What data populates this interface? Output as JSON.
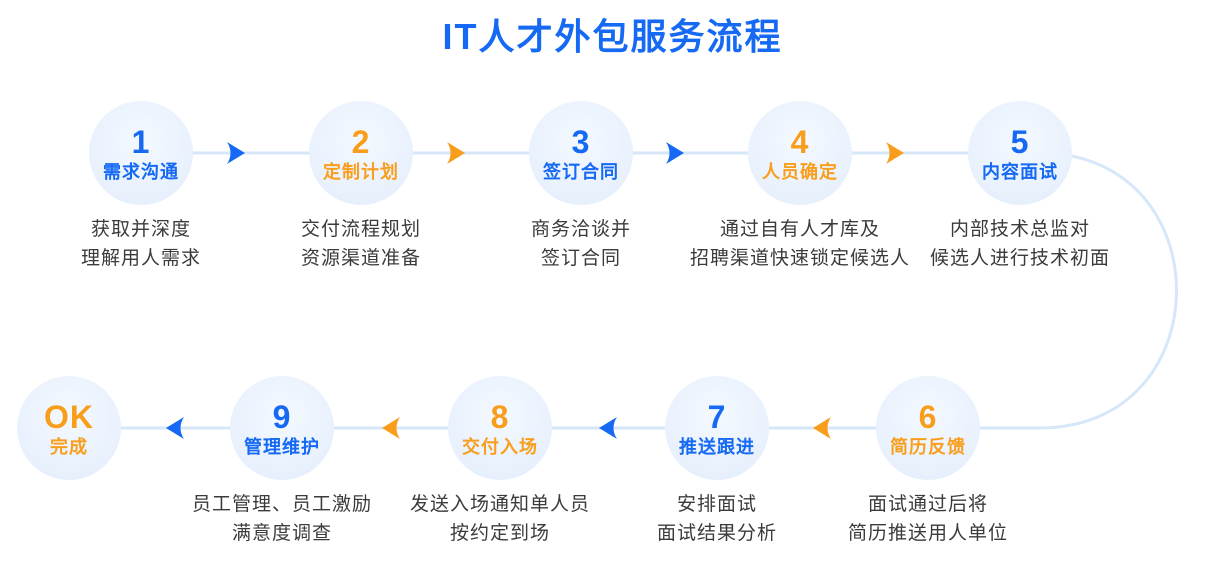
{
  "title": "IT人才外包服务流程",
  "colors": {
    "blue": "#1569f3",
    "orange": "#f99e1c",
    "circle_fill": "#eaf2fd",
    "line": "#d6e7fa",
    "description_text": "#3b3b3b",
    "background": "#ffffff"
  },
  "steps": [
    {
      "number": "1",
      "label": "需求沟通",
      "color": "blue",
      "lines": [
        "获取并深度",
        "理解用人需求"
      ]
    },
    {
      "number": "2",
      "label": "定制计划",
      "color": "orange",
      "lines": [
        "交付流程规划",
        "资源渠道准备"
      ]
    },
    {
      "number": "3",
      "label": "签订合同",
      "color": "blue",
      "lines": [
        "商务洽谈并",
        "签订合同"
      ]
    },
    {
      "number": "4",
      "label": "人员确定",
      "color": "orange",
      "lines": [
        "通过自有人才库及",
        "招聘渠道快速锁定候选人"
      ]
    },
    {
      "number": "5",
      "label": "内容面试",
      "color": "blue",
      "lines": [
        "内部技术总监对",
        "候选人进行技术初面"
      ]
    },
    {
      "number": "6",
      "label": "简历反馈",
      "color": "orange",
      "lines": [
        "面试通过后将",
        "简历推送用人单位"
      ]
    },
    {
      "number": "7",
      "label": "推送跟进",
      "color": "blue",
      "lines": [
        "安排面试",
        "面试结果分析"
      ]
    },
    {
      "number": "8",
      "label": "交付入场",
      "color": "orange",
      "lines": [
        "发送入场通知单人员",
        "按约定到场"
      ]
    },
    {
      "number": "9",
      "label": "管理维护",
      "color": "blue",
      "lines": [
        "员工管理、员工激励",
        "满意度调查"
      ]
    },
    {
      "number": "OK",
      "label": "完成",
      "color": "orange",
      "lines": []
    }
  ],
  "arrows": {
    "row1_left_to_right": [
      "blue",
      "orange",
      "blue",
      "orange"
    ],
    "row2_left_to_right": [
      "blue",
      "orange",
      "blue",
      "orange"
    ]
  }
}
